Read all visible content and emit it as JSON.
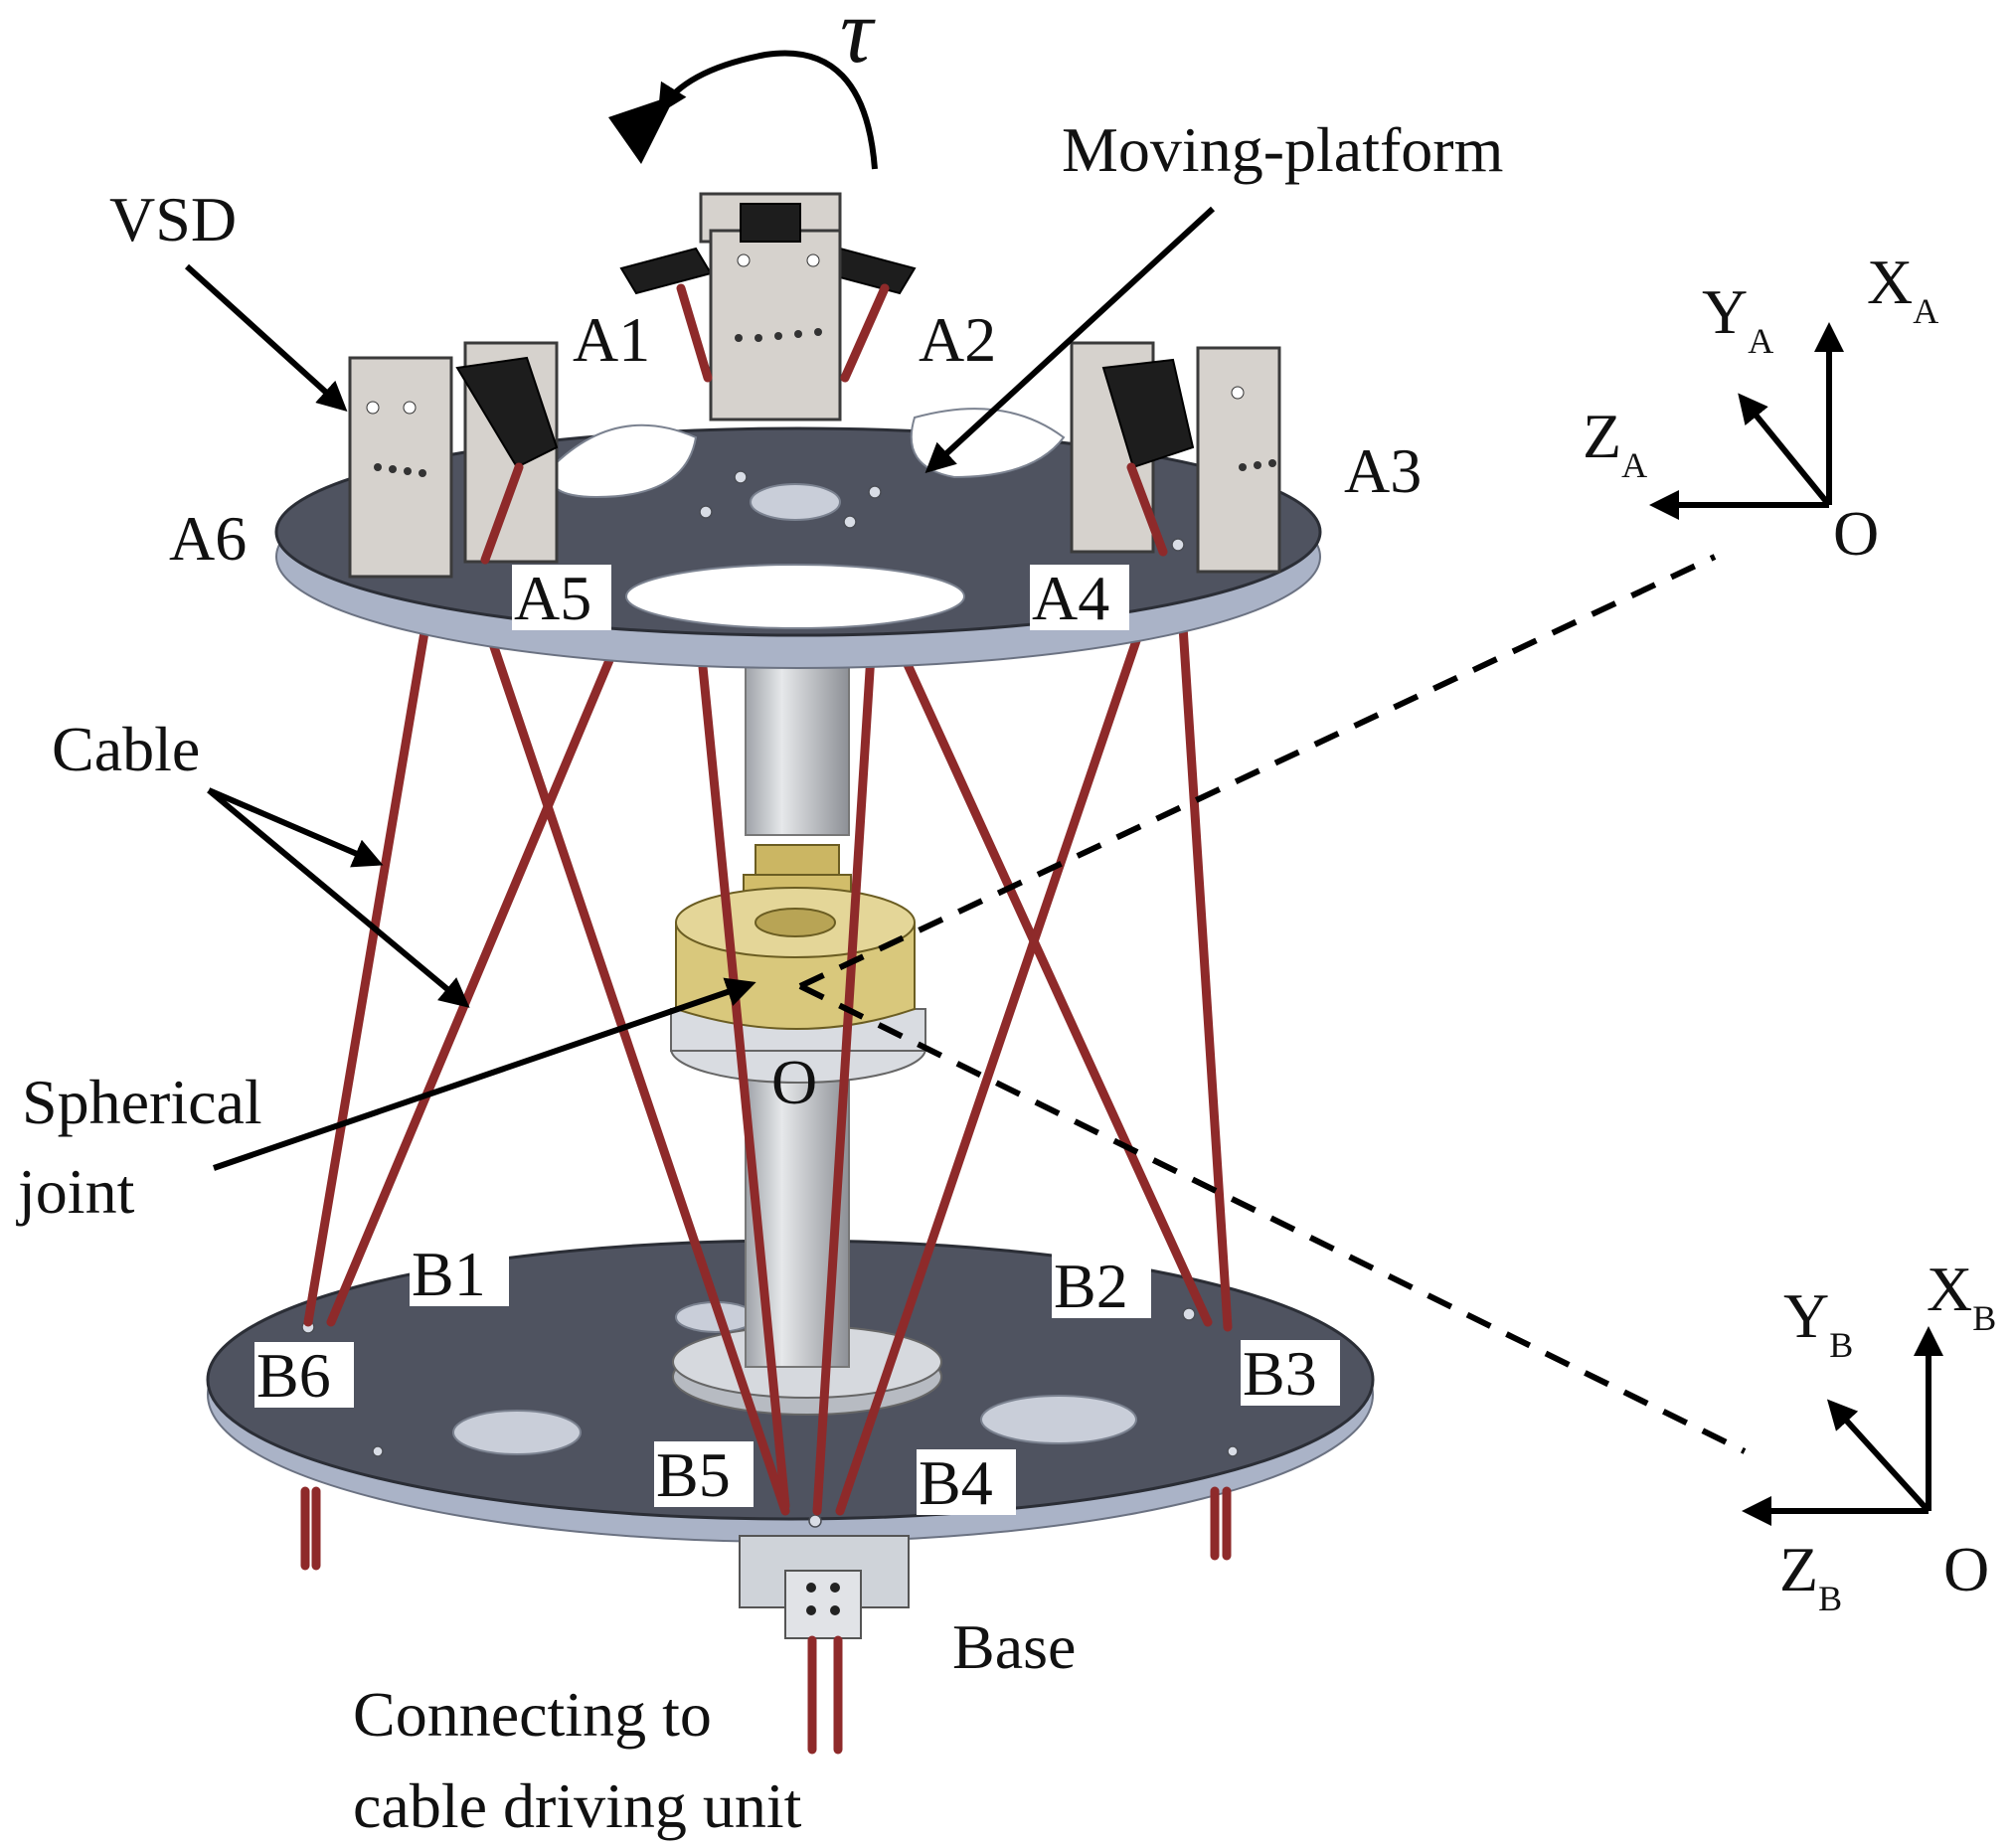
{
  "figure": {
    "labels": {
      "tau": "τ",
      "moving_platform": "Moving-platform",
      "vsd": "VSD",
      "cable": "Cable",
      "spherical_joint_line1": "Spherical",
      "spherical_joint_line2": "joint",
      "origin_center": "O",
      "base": "Base",
      "connecting_line1": "Connecting to",
      "connecting_line2": "cable driving unit"
    },
    "top_anchors": [
      "A1",
      "A2",
      "A3",
      "A4",
      "A5",
      "A6"
    ],
    "bottom_anchors": [
      "B1",
      "B2",
      "B3",
      "B4",
      "B5",
      "B6"
    ],
    "frame_A": {
      "x": "X",
      "x_sub": "A",
      "y": "Y",
      "y_sub": "A",
      "z": "Z",
      "z_sub": "A",
      "origin": "O"
    },
    "frame_B": {
      "x": "X",
      "x_sub": "B",
      "y": "Y",
      "y_sub": "B",
      "z": "Z",
      "z_sub": "B",
      "origin": "O"
    },
    "colors": {
      "cable": "#8e2a2a",
      "plate": "#4f5360",
      "plate_edge": "#aab3c7",
      "joint": "#d9c87c"
    }
  }
}
